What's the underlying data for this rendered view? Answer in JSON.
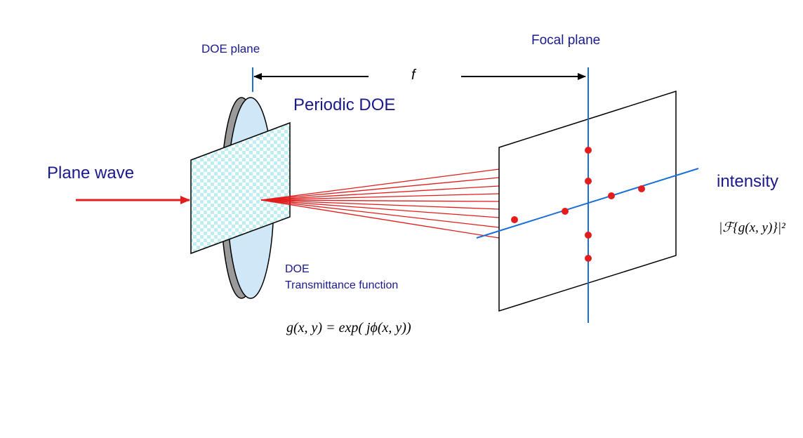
{
  "labels": {
    "doe_plane": "DOE plane",
    "focal_plane": "Focal plane",
    "focal_length": "f",
    "periodic_doe": "Periodic DOE",
    "plane_wave": "Plane wave",
    "intensity": "intensity",
    "doe": "DOE",
    "transmittance": "Transmittance function"
  },
  "formulas": {
    "intensity": "|ℱ{g(x, y)}|²",
    "transmittance": "g(x, y) = exp( jϕ(x, y))"
  },
  "colors": {
    "title_text": "#1a1a8c",
    "axis_blue": "#1a6fd6",
    "beam_red": "#e31c1c",
    "lens_fill": "#cfe7f7",
    "lens_edge": "#8c8c8c",
    "doe_checker": "#bfeef2"
  }
}
